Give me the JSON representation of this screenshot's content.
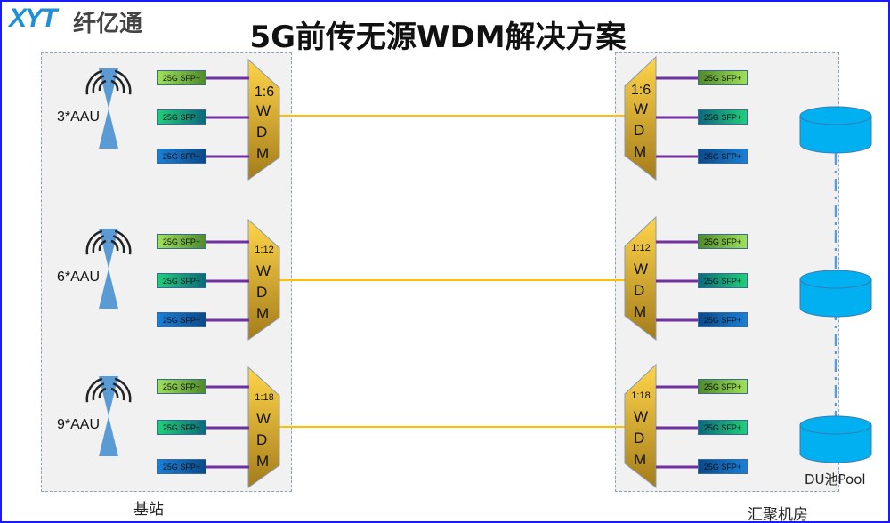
{
  "logo": {
    "latin": "XYT",
    "chinese": "纤亿通"
  },
  "title": "5G前传无源WDM解决方案",
  "left_caption": "基站",
  "right_caption": "汇聚机房",
  "du_pool_label": "DU池Pool",
  "sfp_label": "25G SFP+",
  "rows": [
    {
      "aau": "3*AAU",
      "ratio": "1:6"
    },
    {
      "aau": "6*AAU",
      "ratio": "1:12"
    },
    {
      "aau": "9*AAU",
      "ratio": "1:18"
    }
  ],
  "wdm_letters": [
    "W",
    "D",
    "M"
  ],
  "colors": {
    "fiber": "#ffc000",
    "patch": "#7030a0",
    "wdm": "#f5c842",
    "cylinder": "#00b0f0",
    "antenna": "#5b9bd5"
  }
}
